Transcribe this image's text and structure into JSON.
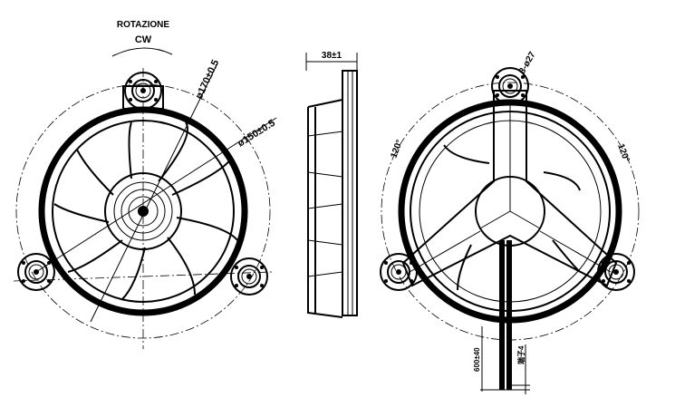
{
  "labels": {
    "rotation_title": "ROTAZIONE",
    "rotation_dir": "CW",
    "dia_outer": "ø170±0.5",
    "dia_inner": "ø150±0.5",
    "depth": "38±1",
    "holes": "3-ø27",
    "angle_left": "120°",
    "angle_right": "120°",
    "wire_length": "600±40",
    "wire_note": "端子4"
  },
  "colors": {
    "line": "#000000",
    "background": "#ffffff"
  }
}
